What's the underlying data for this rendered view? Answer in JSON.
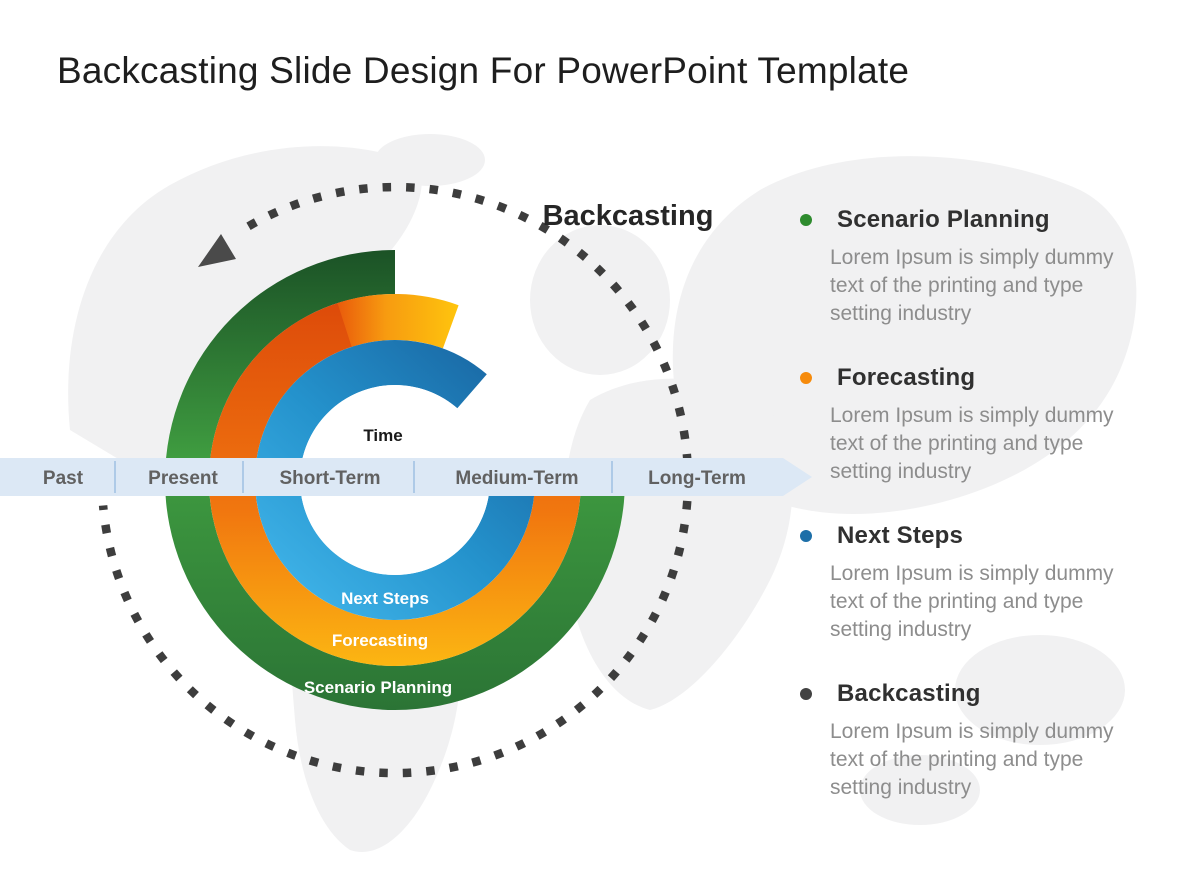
{
  "slide": {
    "title": "Backcasting Slide Design For PowerPoint Template"
  },
  "diagram": {
    "cycle_label": "Backcasting",
    "center_label": "Time",
    "dotted_circle_color": "#3d3d3d",
    "rings": [
      {
        "label": "Scenario Planning",
        "color": "#3f9c40"
      },
      {
        "label": "Forecasting",
        "color": "#f6920f"
      },
      {
        "label": "Next Steps",
        "color": "#2492cc"
      }
    ],
    "timeline": {
      "segments": [
        "Past",
        "Present",
        "Short-Term",
        "Medium-Term",
        "Long-Term"
      ],
      "band_color": "#dce8f5",
      "divider_color": "#9fc0e2",
      "label_color": "#616161"
    }
  },
  "legend": {
    "items": [
      {
        "title": "Scenario Planning",
        "bullet_color": "#2e8b2e",
        "description": "Lorem Ipsum is simply dummy text of the printing and type setting industry"
      },
      {
        "title": "Forecasting",
        "bullet_color": "#f68b0c",
        "description": "Lorem Ipsum is simply dummy text of the printing and type setting industry"
      },
      {
        "title": "Next Steps",
        "bullet_color": "#1d6fa8",
        "description": "Lorem Ipsum is simply dummy text of the printing and type setting industry"
      },
      {
        "title": "Backcasting",
        "bullet_color": "#424242",
        "description": "Lorem Ipsum is simply dummy text of the printing and type setting industry"
      }
    ]
  }
}
